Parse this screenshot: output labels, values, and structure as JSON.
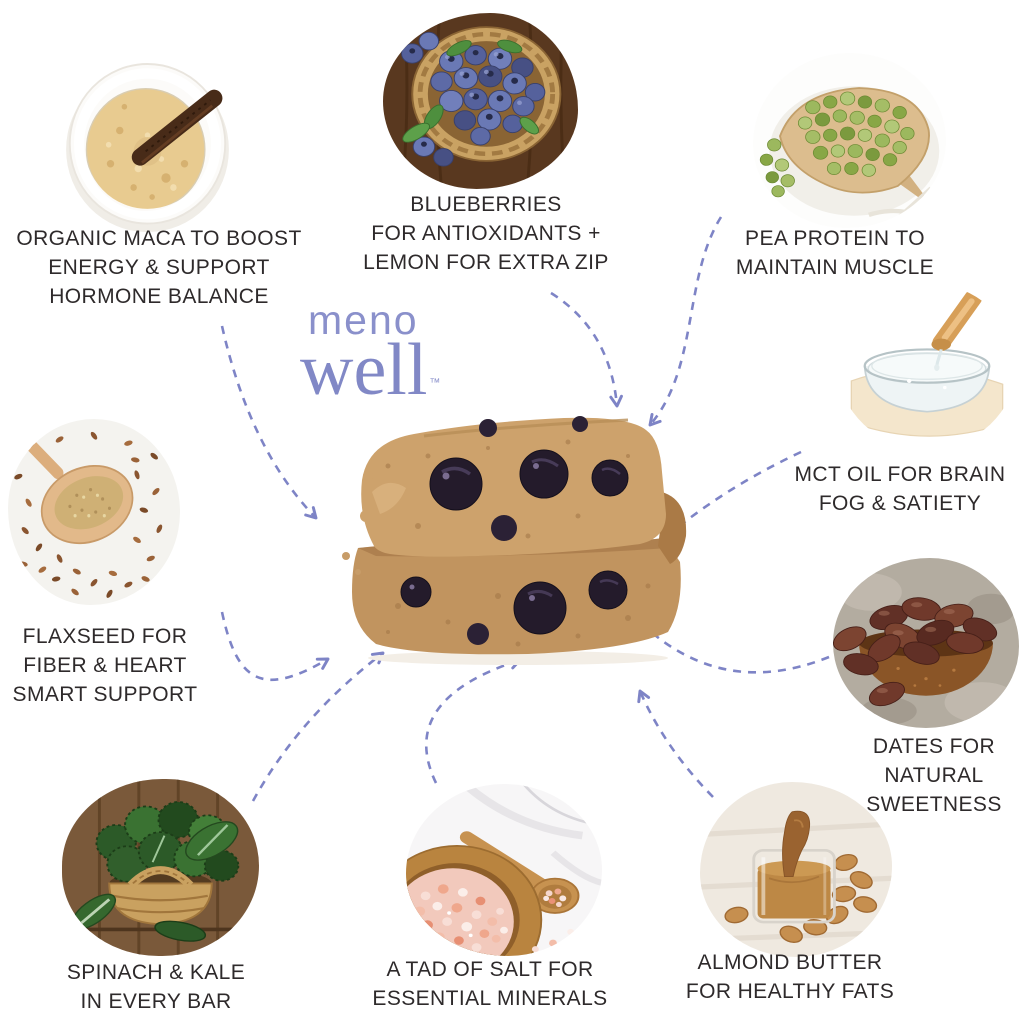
{
  "page": {
    "background": "#ffffff"
  },
  "logo": {
    "meno": "meno",
    "well": "well",
    "trademark": "™",
    "color": "#8288c7"
  },
  "center_image": {
    "name": "menowell-bar-with-blueberries"
  },
  "colors": {
    "arrow": "#7e84c6",
    "label_text": "#2e2a2b",
    "bar_tan": "#cda26c",
    "berry": "#241b2b"
  },
  "ingredients": [
    {
      "id": "maca",
      "image": "maca-powder-bowl",
      "lines": [
        "ORGANIC MACA TO BOOST",
        "ENERGY & SUPPORT",
        "HORMONE BALANCE"
      ]
    },
    {
      "id": "blueberries",
      "image": "blueberry-basket",
      "lines": [
        "BLUEBERRIES",
        "FOR ANTIOXIDANTS +",
        "LEMON FOR EXTRA ZIP"
      ]
    },
    {
      "id": "pea-protein",
      "image": "split-peas-scoop",
      "lines": [
        "PEA PROTEIN TO",
        "MAINTAIN MUSCLE"
      ]
    },
    {
      "id": "mct-oil",
      "image": "mct-oil-bowl-spoon",
      "lines": [
        "MCT OIL FOR BRAIN",
        "FOG & SATIETY"
      ]
    },
    {
      "id": "dates",
      "image": "dates-bowl",
      "lines": [
        "DATES FOR",
        "NATURAL",
        "SWEETNESS"
      ]
    },
    {
      "id": "almond-butter",
      "image": "almond-butter-glass",
      "lines": [
        "ALMOND BUTTER",
        "FOR HEALTHY FATS"
      ]
    },
    {
      "id": "salt",
      "image": "pink-salt-bowl-spoon",
      "lines": [
        "A TAD OF SALT FOR",
        "ESSENTIAL MINERALS"
      ]
    },
    {
      "id": "spinach-kale",
      "image": "kale-basket",
      "lines": [
        "SPINACH & KALE",
        "IN EVERY BAR"
      ]
    },
    {
      "id": "flaxseed",
      "image": "flaxseed-spoon",
      "lines": [
        "FLAXSEED FOR",
        "FIBER & HEART",
        "SMART SUPPORT"
      ]
    }
  ]
}
